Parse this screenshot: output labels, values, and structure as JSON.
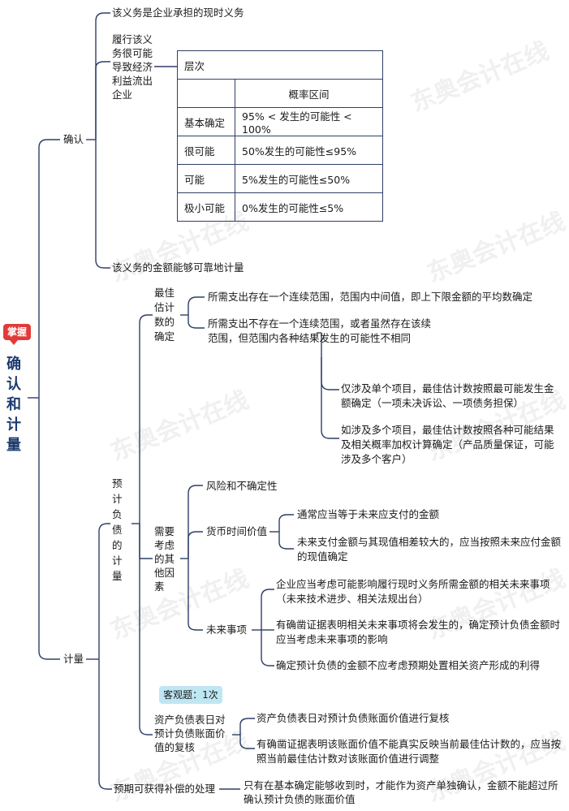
{
  "badge": "掌握",
  "root": "确认和计量",
  "watermark": "东奥会计在线",
  "branches": {
    "recognition": {
      "label": "确认",
      "cond1": "该义务是企业承担的现时义务",
      "cond2": "履行该义务很可能导致经济利益流出企业",
      "cond3": "该义务的金额能够可靠地计量",
      "table": {
        "header1": "层次",
        "header2": "概率区间",
        "rows": [
          {
            "level": "基本确定",
            "range": "95% < 发生的可能性 < 100%"
          },
          {
            "level": "很可能",
            "range": "50%发生的可能性≤95%"
          },
          {
            "level": "可能",
            "range": "5%发生的可能性≤50%"
          },
          {
            "level": "极小可能",
            "range": "0%发生的可能性≤5%"
          }
        ]
      }
    },
    "measurement": {
      "label": "计量",
      "provision": {
        "label": "预计负债的计量",
        "best_estimate": {
          "label": "最佳估计数的确定",
          "item1": "所需支出存在一个连续范围，范围内中间值，即上下限金额的平均数确定",
          "item2": "所需支出不存在一个连续范围，或者虽然存在该续范围，但范围内各种结果发生的可能性不相同",
          "sub1": "仅涉及单个项目，最佳估计数按照最可能发生金额确定（一项未决诉讼、一项债务担保）",
          "sub2": "如涉及多个项目，最佳估计数按照各种可能结果及相关概率加权计算确定（产品质量保证，可能涉及多个客户）"
        },
        "factors": {
          "label": "需要考虑的其他因素",
          "risk": "风险和不确定性",
          "tvm": {
            "label": "货币时间价值",
            "item1": "通常应当等于未来应支付的金额",
            "item2": "未来支付金额与其现值相差较大的，应当按照未来应付金额的现值确定"
          },
          "future": {
            "label": "未来事项",
            "item1": "企业应当考虑可能影响履行现时义务所需金额的相关未来事项（未来技术进步、相关法规出台）",
            "item2": "有确凿证据表明相关未来事项将会发生的，确定预计负债金额时应当考虑未来事项的影响",
            "item3": "确定预计负债的金额不应考虑预期处置相关资产形成的利得"
          }
        },
        "exam_tag": "客观题：1次",
        "review": {
          "label": "资产负债表日对预计负债账面价值的复核",
          "item1": "资产负债表日对预计负债账面价值进行复核",
          "item2": "有确凿证据表明该账面价值不能真实反映当前最佳估计数的，应当按照当前最佳估计数对该账面价值进行调整"
        }
      },
      "compensation": {
        "label": "预期可获得补偿的处理",
        "text": "只有在基本确定能够收到时，才能作为资产单独确认，金额不能超过所确认预计负债的账面价值"
      }
    }
  },
  "colors": {
    "line": "#2f3f66",
    "badge": "#e23a3a",
    "root": "#1c3a6e",
    "tag": "#bfe6f3"
  }
}
